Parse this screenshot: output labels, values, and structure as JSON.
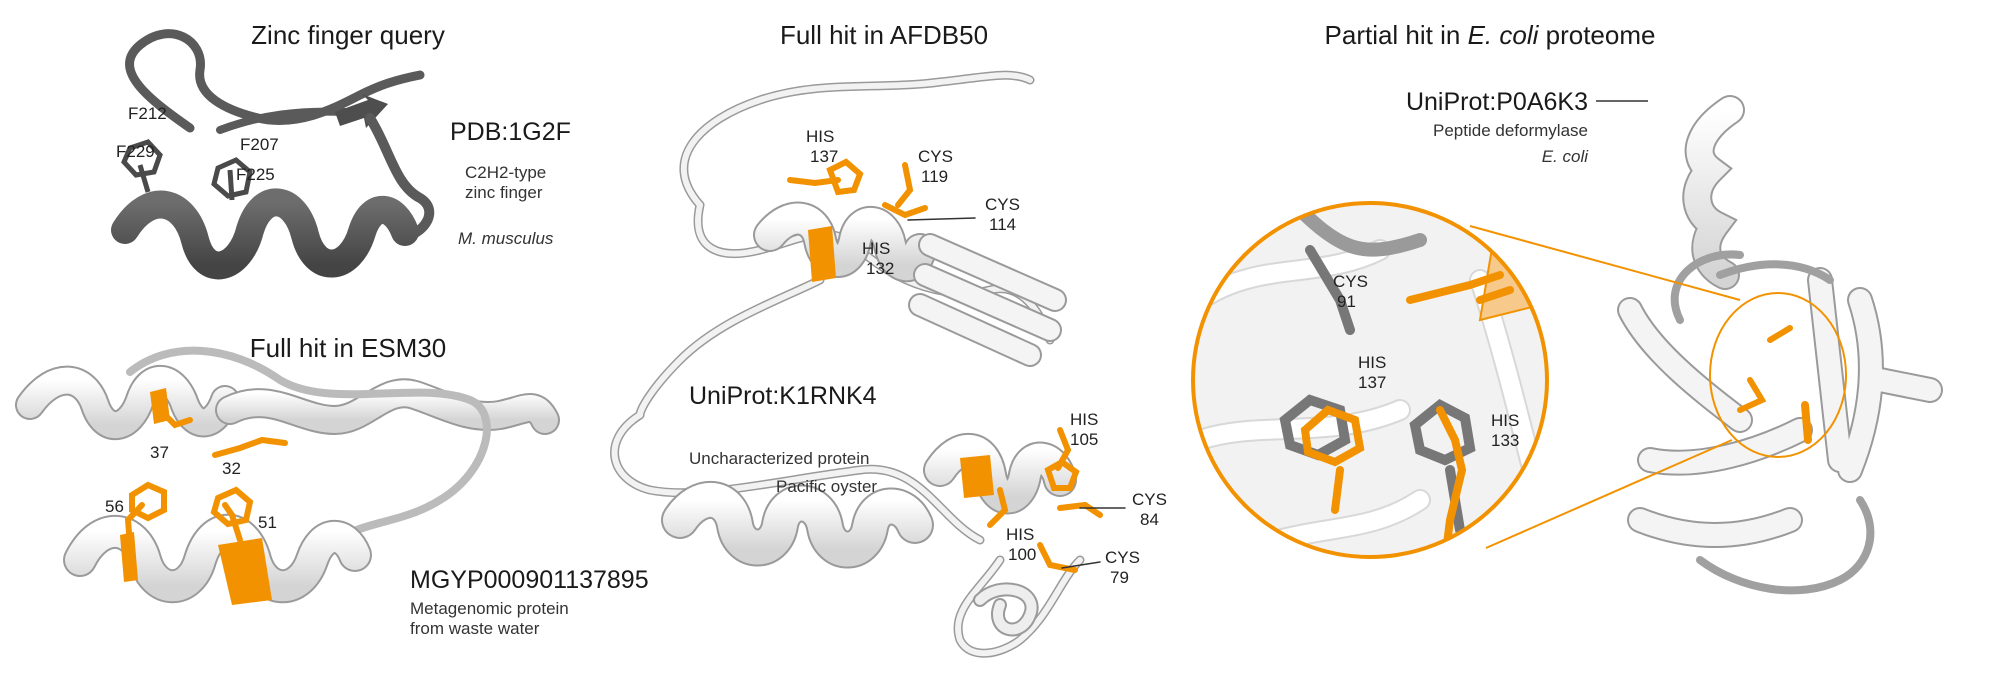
{
  "colors": {
    "highlight": "#f39200",
    "query": "#5a5a5a",
    "hit": "#e8e8e8",
    "outline": "#9a9a9a"
  },
  "panels": {
    "query": {
      "title": "Zinc finger query",
      "id": "PDB:1G2F",
      "desc1": "C2H2-type",
      "desc2": "zinc finger",
      "organism": "M. musculus",
      "residues": [
        "F212",
        "F207",
        "F229",
        "F225"
      ]
    },
    "esm": {
      "title": "Full hit in ESM30",
      "id": "MGYP000901137895",
      "desc1": "Metagenomic protein",
      "desc2": "from waste water",
      "residues": [
        "37",
        "32",
        "56",
        "51"
      ]
    },
    "afdb": {
      "title": "Full hit in AFDB50",
      "id": "UniProt:K1RNK4",
      "desc1": "Uncharacterized protein",
      "desc2": "Pacific oyster",
      "residues": [
        {
          "name": "HIS",
          "num": "137"
        },
        {
          "name": "CYS",
          "num": "119"
        },
        {
          "name": "CYS",
          "num": "114"
        },
        {
          "name": "HIS",
          "num": "132"
        },
        {
          "name": "HIS",
          "num": "105"
        },
        {
          "name": "CYS",
          "num": "84"
        },
        {
          "name": "HIS",
          "num": "100"
        },
        {
          "name": "CYS",
          "num": "79"
        }
      ]
    },
    "ecoli": {
      "title_pre": "Partial hit in ",
      "title_it": "E. coli",
      "title_post": " proteome",
      "id": "UniProt:P0A6K3",
      "desc1": "Peptide deformylase",
      "organism": "E. coli",
      "residues": [
        {
          "name": "CYS",
          "num": "91"
        },
        {
          "name": "HIS",
          "num": "137"
        },
        {
          "name": "HIS",
          "num": "133"
        }
      ]
    }
  }
}
